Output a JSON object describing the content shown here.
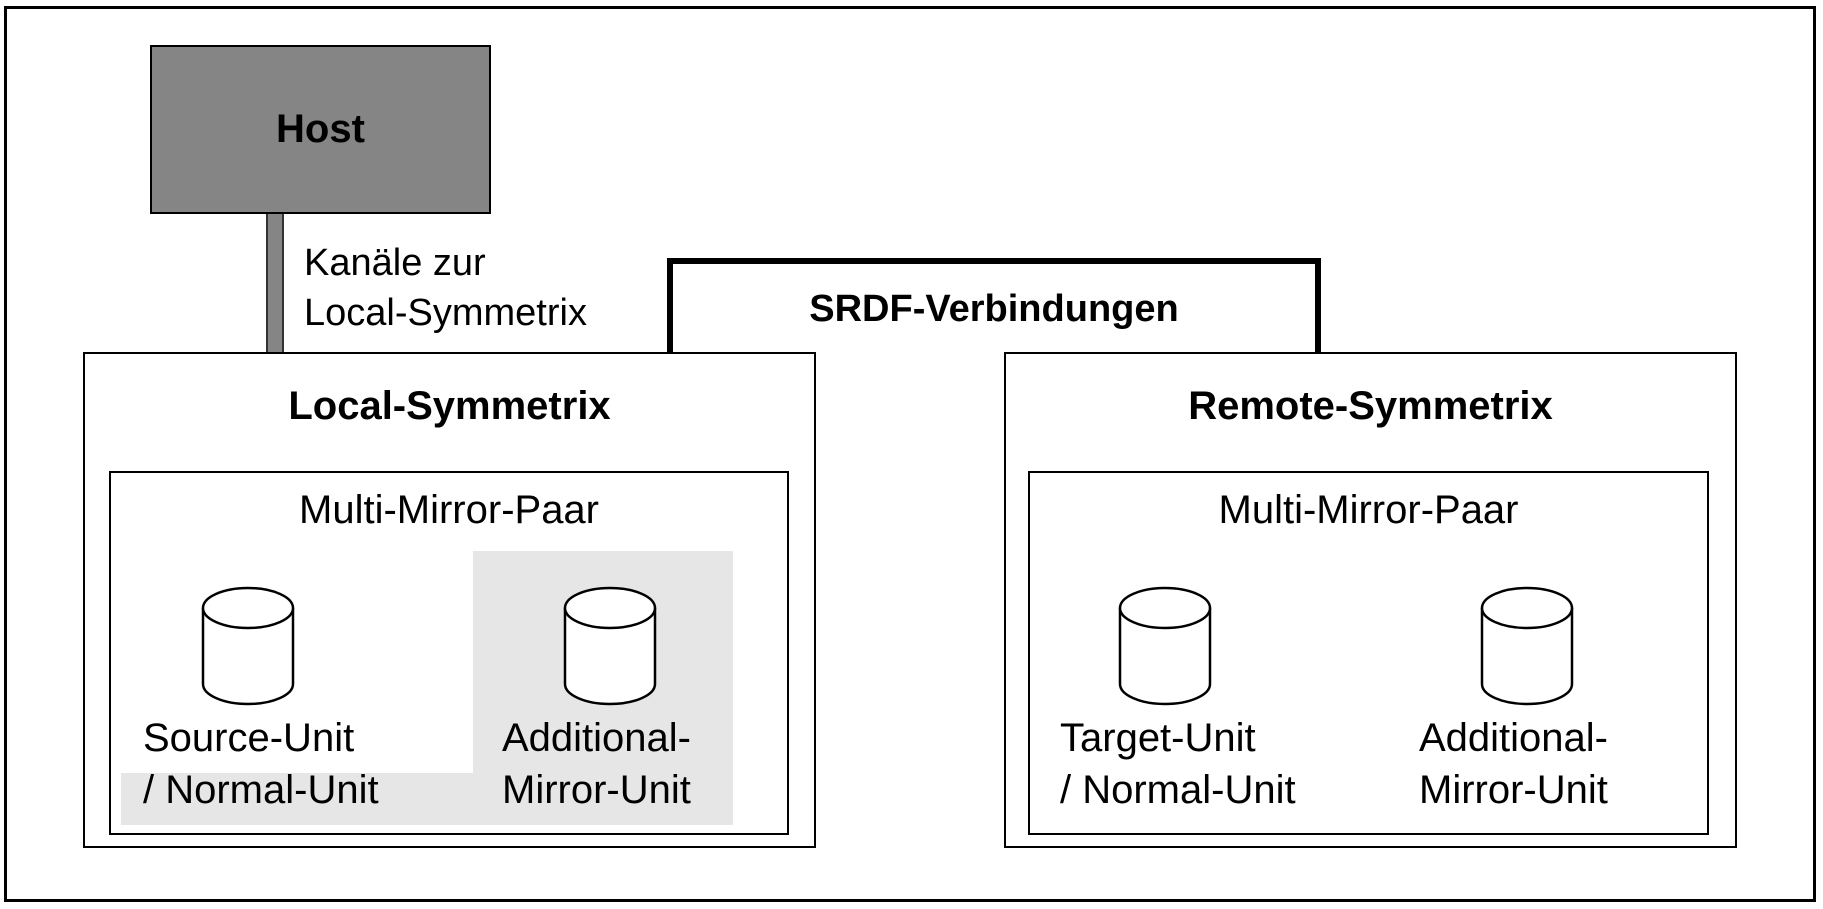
{
  "host": {
    "label": "Host"
  },
  "channel": {
    "line1": "Kanäle zur",
    "line2": "Local-Symmetrix"
  },
  "srdf": {
    "label": "SRDF-Verbindungen"
  },
  "local": {
    "title": "Local-Symmetrix",
    "pair": {
      "title": "Multi-Mirror-Paar",
      "unit_a": {
        "line1": "Source-Unit",
        "line2": "/ Normal-Unit"
      },
      "unit_b": {
        "line1": "Additional-",
        "line2": "Mirror-Unit"
      }
    }
  },
  "remote": {
    "title": "Remote-Symmetrix",
    "pair": {
      "title": "Multi-Mirror-Paar",
      "unit_a": {
        "line1": "Target-Unit",
        "line2": "/ Normal-Unit"
      },
      "unit_b": {
        "line1": "Additional-",
        "line2": "Mirror-Unit"
      }
    }
  },
  "colors": {
    "host_fill": "#858585",
    "highlight_fill": "#e6e6e6",
    "stroke": "#000000"
  }
}
